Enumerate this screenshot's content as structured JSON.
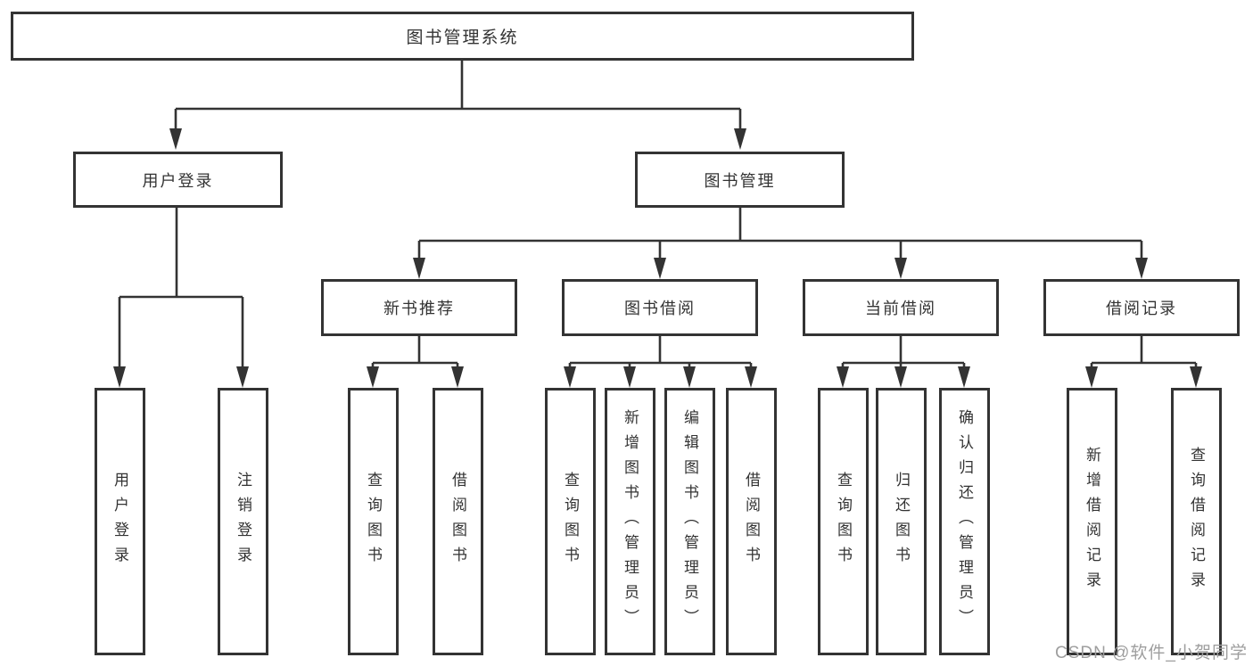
{
  "colors": {
    "line": "#333333",
    "box_border": "#333333",
    "box_background": "#ffffff",
    "text": "#333333",
    "watermark_text": "#9e9e9e",
    "page_background": "#ffffff"
  },
  "tree": {
    "root": "图书管理系统",
    "level2": [
      "用户登录",
      "图书管理"
    ],
    "groups": [
      {
        "parent": "用户登录",
        "children": [
          "用户登录",
          "注销登录"
        ]
      },
      {
        "parent": "新书推荐",
        "children": [
          "查询图书",
          "借阅图书"
        ]
      },
      {
        "parent": "图书借阅",
        "children": [
          "查询图书",
          "新增图书（管理员）",
          "编辑图书（管理员）",
          "借阅图书"
        ]
      },
      {
        "parent": "当前借阅",
        "children": [
          "查询图书",
          "归还图书",
          "确认归还（管理员）"
        ]
      },
      {
        "parent": "借阅记录",
        "children": [
          "新增借阅记录",
          "查询借阅记录"
        ]
      }
    ]
  },
  "watermark": "CSDN @软件_小贺同学"
}
